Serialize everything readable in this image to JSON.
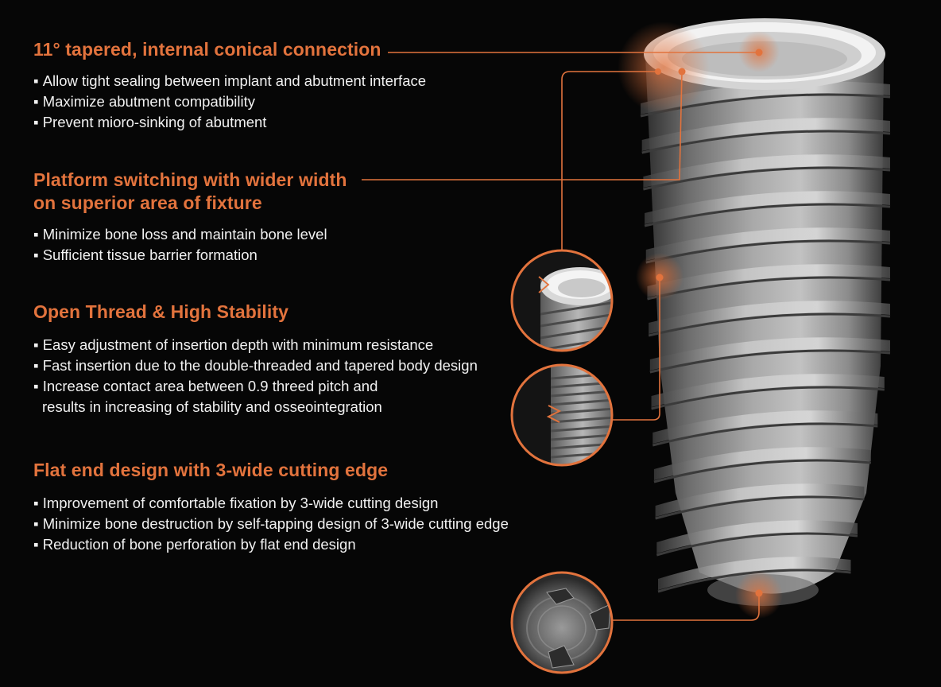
{
  "accent_color": "#e2733d",
  "text_color": "#f1f1f1",
  "background_color": "#060606",
  "sections": [
    {
      "heading": [
        "11° tapered, internal conical connection"
      ],
      "bullets": [
        "Allow tight sealing between implant and abutment interface",
        "Maximize abutment compatibility",
        "Prevent mioro-sinking of abutment"
      ]
    },
    {
      "heading": [
        "Platform switching with wider width",
        "on superior area of fixture"
      ],
      "bullets": [
        "Minimize bone loss and maintain bone level",
        "Sufficient tissue barrier formation"
      ]
    },
    {
      "heading": [
        "Open Thread & High Stability"
      ],
      "bullets": [
        "Easy adjustment of insertion depth with minimum resistance",
        "Fast insertion due to the double-threaded and tapered body design",
        "Increase contact area between 0.9 threed pitch and",
        "results in increasing of stability and osseointegration"
      ]
    },
    {
      "heading": [
        "Flat end design with 3-wide cutting edge"
      ],
      "bullets": [
        "Improvement of comfortable fixation by 3-wide cutting design",
        "Minimize bone destruction by self-tapping design of 3-wide cutting edge",
        "Reduction of bone perforation by flat end design"
      ]
    }
  ],
  "illustration": {
    "subject": "dental implant fixture",
    "detail_views": [
      "platform-top-view",
      "open-thread-view",
      "cutting-edge-end-view"
    ]
  }
}
